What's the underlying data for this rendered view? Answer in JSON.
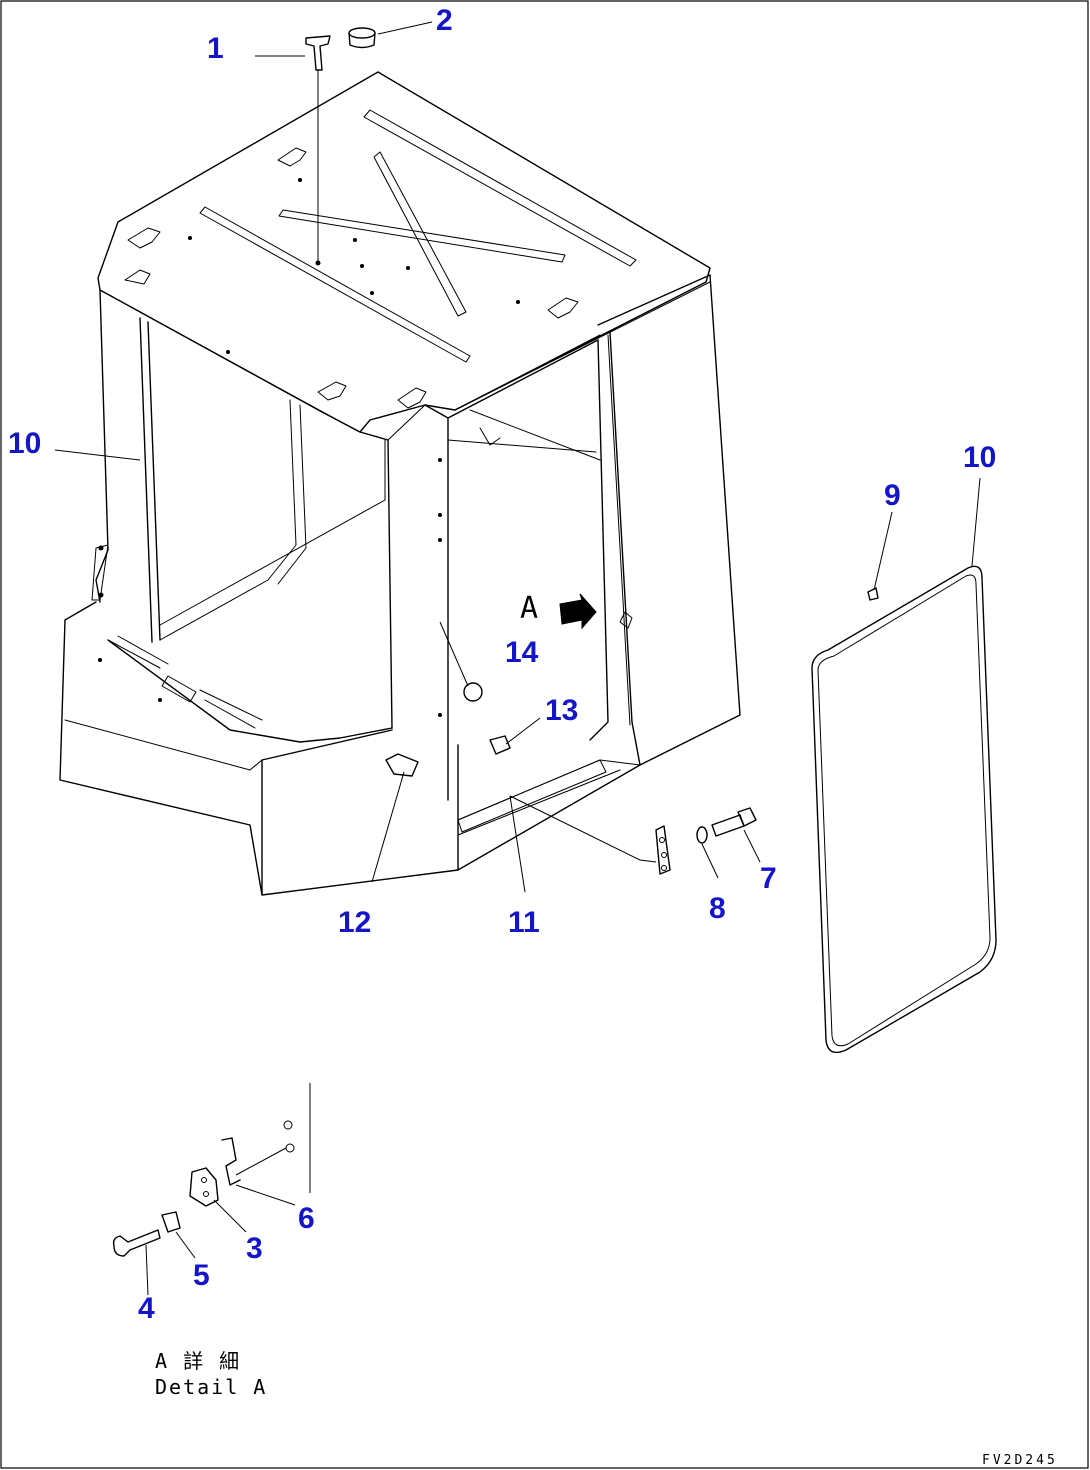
{
  "callouts": {
    "c1": "1",
    "c2": "2",
    "c3": "3",
    "c4": "4",
    "c5": "5",
    "c6": "6",
    "c7": "7",
    "c8": "8",
    "c9": "9",
    "c10_left": "10",
    "c10_right": "10",
    "c11": "11",
    "c12": "12",
    "c13": "13",
    "c14": "14"
  },
  "view_marker": "A",
  "detail_caption": {
    "japanese": "A 詳 細",
    "english": "Detail A"
  },
  "drawing_number": "FV2D245"
}
